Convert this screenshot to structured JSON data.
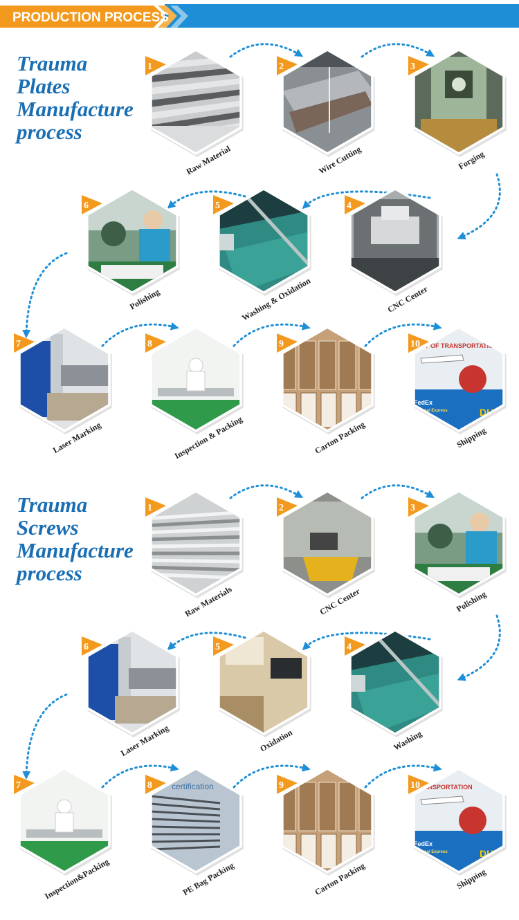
{
  "header": {
    "title": "PRODUCTION PROCESS",
    "colors": {
      "orange": "#f39a1e",
      "blue": "#1e8fd7",
      "title_blue": "#1a6fb4",
      "arrow": "#1e8fd7"
    }
  },
  "sections": [
    {
      "title_lines": [
        "Trauma",
        "Plates",
        "Manufacture",
        "process"
      ],
      "steps": [
        {
          "num": "1",
          "label": "Raw Material",
          "scene": "sheets"
        },
        {
          "num": "2",
          "label": "Wire Cutting",
          "scene": "wirecut"
        },
        {
          "num": "3",
          "label": "Forging",
          "scene": "forging"
        },
        {
          "num": "4",
          "label": "CNC Center",
          "scene": "cnc"
        },
        {
          "num": "5",
          "label": "Washing & Oxidation",
          "scene": "washing"
        },
        {
          "num": "6",
          "label": "Polishing",
          "scene": "polishing"
        },
        {
          "num": "7",
          "label": "Laser Marking",
          "scene": "laser"
        },
        {
          "num": "8",
          "label": "Inspection & Packing",
          "scene": "inspection"
        },
        {
          "num": "9",
          "label": "Carton Packing",
          "scene": "carton"
        },
        {
          "num": "10",
          "label": "Shipping",
          "scene": "shipping"
        }
      ]
    },
    {
      "title_lines": [
        "Trauma",
        "Screws",
        "Manufacture",
        "process"
      ],
      "steps": [
        {
          "num": "1",
          "label": "Raw Materials",
          "scene": "rods"
        },
        {
          "num": "2",
          "label": "CNC Center",
          "scene": "cncyellow"
        },
        {
          "num": "3",
          "label": "Polishing",
          "scene": "polishing"
        },
        {
          "num": "4",
          "label": "Washing",
          "scene": "washing"
        },
        {
          "num": "5",
          "label": "Oxidation",
          "scene": "oxidation"
        },
        {
          "num": "6",
          "label": "Laser Marking",
          "scene": "laser"
        },
        {
          "num": "7",
          "label": "Inspection&Packing",
          "scene": "inspection"
        },
        {
          "num": "8",
          "label": "PE Bag Packing",
          "scene": "pebag"
        },
        {
          "num": "9",
          "label": "Carton Packing",
          "scene": "carton"
        },
        {
          "num": "10",
          "label": "Shipping",
          "scene": "shipping"
        }
      ]
    }
  ],
  "overlay_text": {
    "shipping_a": "WAY OF TRANSPORTATION",
    "shipping_b": "TRANSPORTATION",
    "fedex": "FedEx",
    "fedex_sub": "National Express",
    "dhl": "DHL",
    "cert": "certification"
  }
}
